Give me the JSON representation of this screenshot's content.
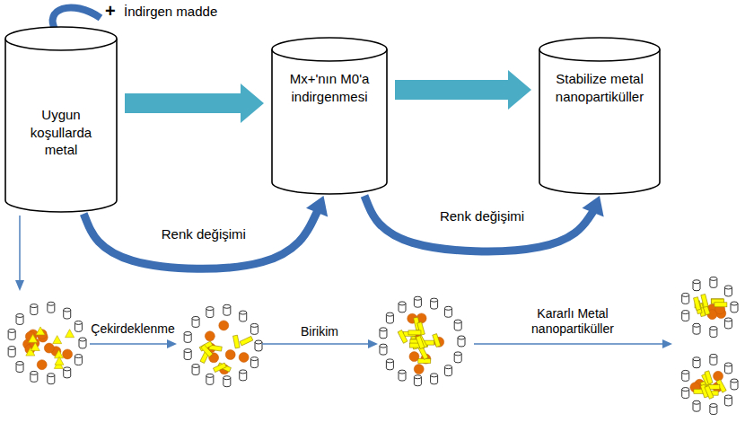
{
  "diagram": {
    "nodes": [
      {
        "text": [
          "Uygun koşullarda metal"
        ]
      },
      {
        "text": [
          "Mx+'nın M0'a indirgenmesi"
        ]
      },
      {
        "text": [
          "Stabilize metal nanopartiküller"
        ]
      }
    ],
    "edges": [
      {
        "from": 0,
        "to": 1,
        "arrow": "to"
      },
      {
        "from": 1,
        "to": 2,
        "arrow": "to"
      },
      {
        "from": 0,
        "to": 1,
        "label": "Renk değişimi",
        "arrow": "to"
      },
      {
        "from": 1,
        "to": 2,
        "label": "Renk değişimi",
        "arrow": "to"
      }
    ],
    "labels": [
      "+",
      "İndirgen madde",
      "Çekirdeklenme",
      "Birikim",
      "Kararlı Metal nanopartiküller"
    ]
  }
}
